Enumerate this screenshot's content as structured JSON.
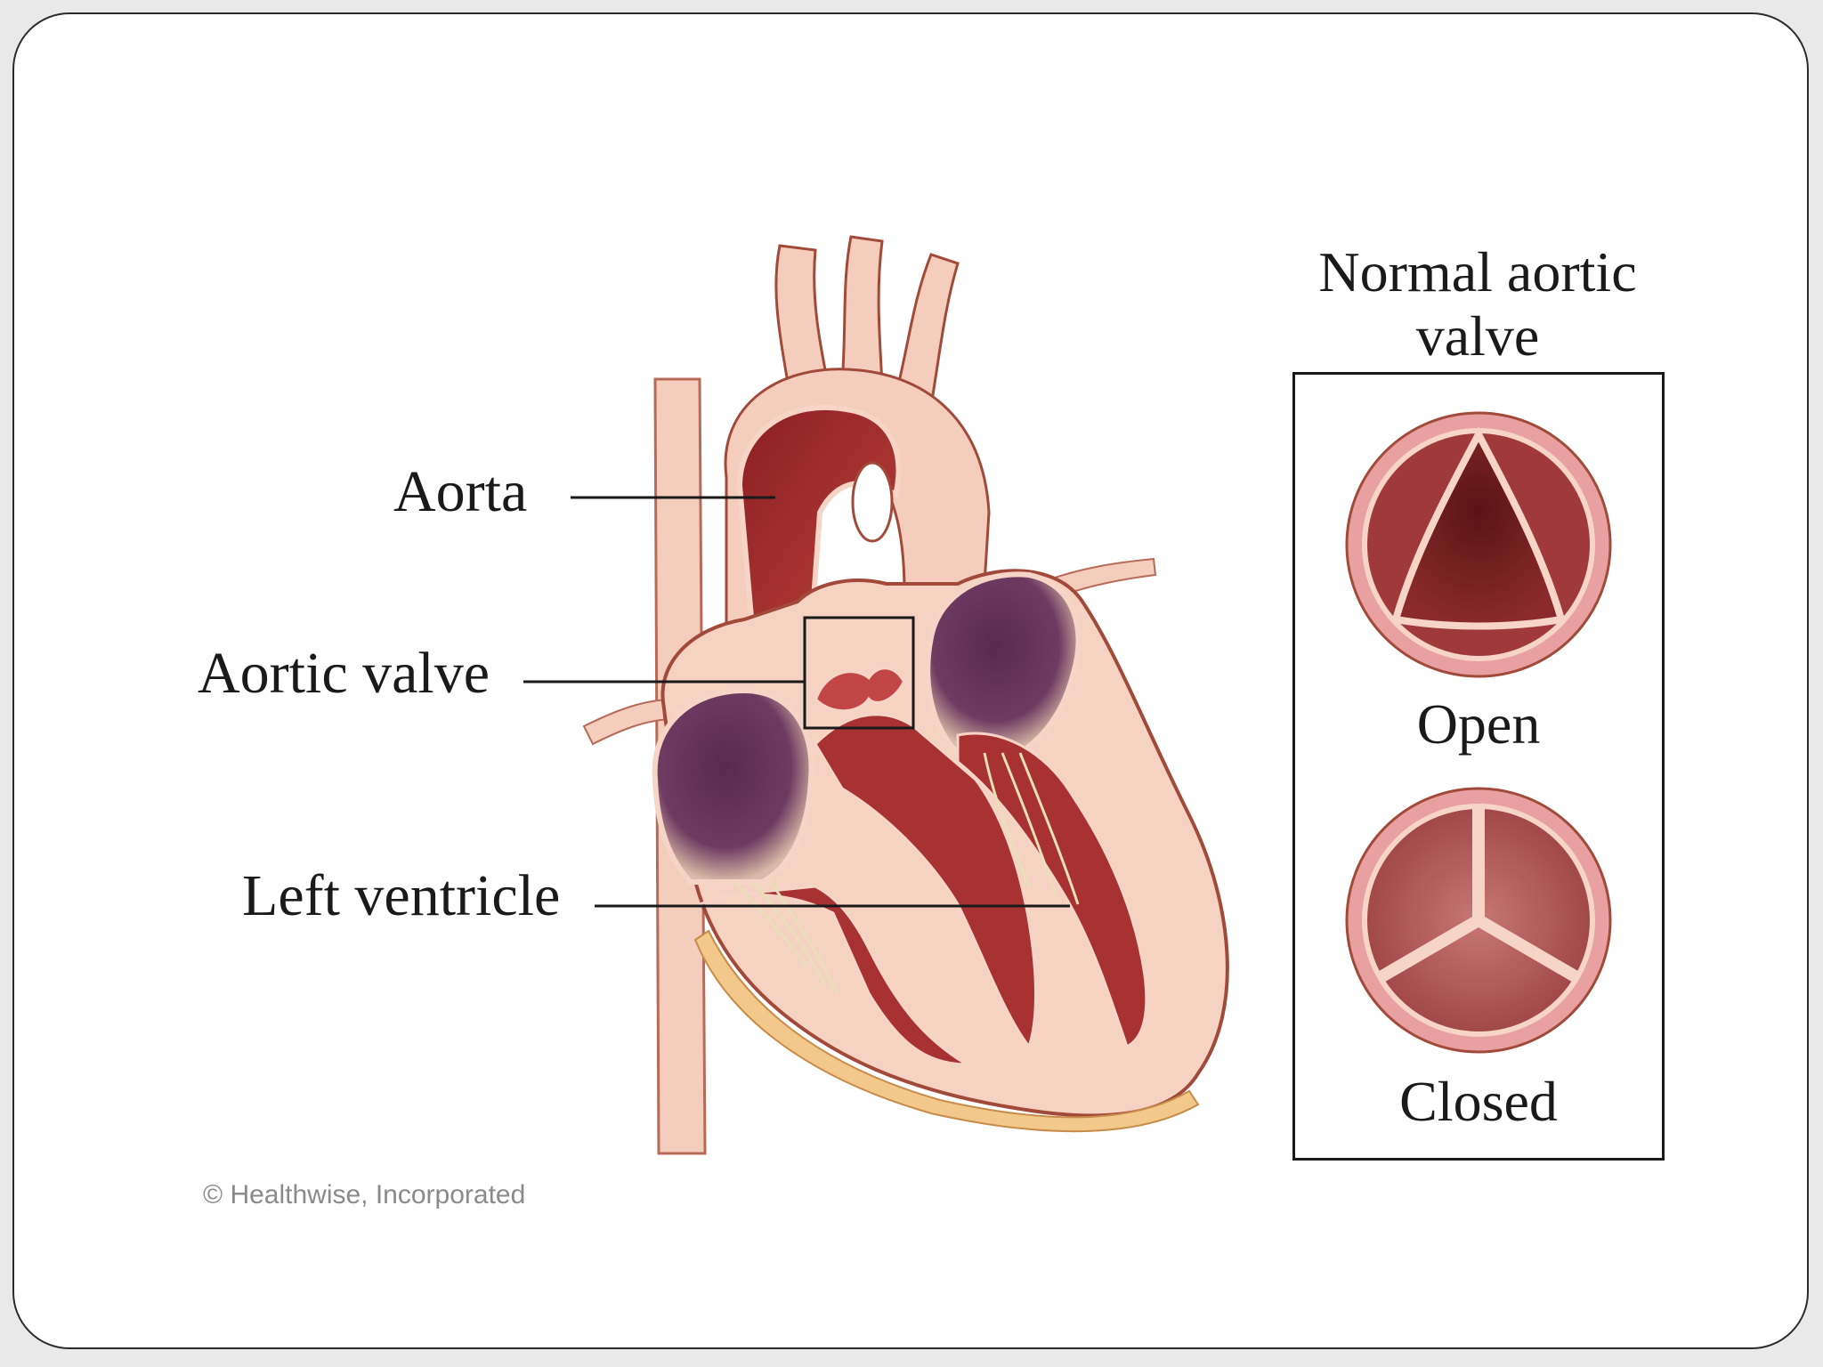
{
  "labels": {
    "aorta": "Aorta",
    "aortic_valve": "Aortic valve",
    "left_ventricle": "Left ventricle"
  },
  "panel": {
    "title_line1": "Normal aortic",
    "title_line2": "valve",
    "open_label": "Open",
    "closed_label": "Closed"
  },
  "copyright": "© Healthwise, Incorporated",
  "colors": {
    "tissue": "#f3c9b8",
    "tissue_outline": "#a24a3a",
    "blood": "#9a2a2a",
    "muscle": "#a83232",
    "atrium": "#6b3558",
    "valve_ring": "#e8a0a0",
    "fat": "#f2c98a"
  }
}
